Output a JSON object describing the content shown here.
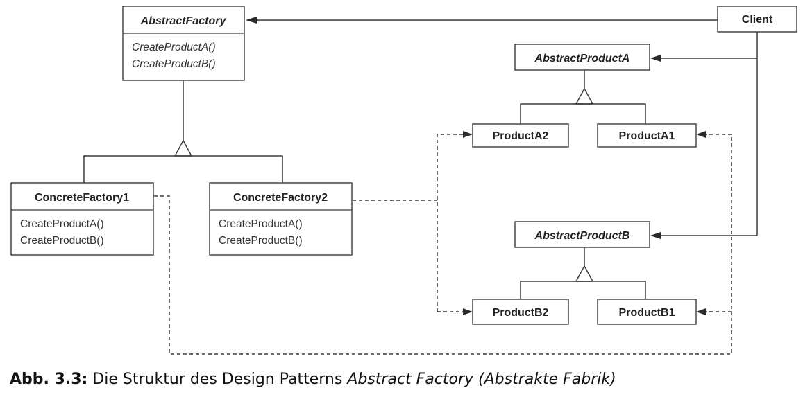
{
  "diagram": {
    "classes": {
      "abstract_factory": {
        "name": "AbstractFactory",
        "ops": [
          "CreateProductA()",
          "CreateProductB()"
        ]
      },
      "concrete_factory1": {
        "name": "ConcreteFactory1",
        "ops": [
          "CreateProductA()",
          "CreateProductB()"
        ]
      },
      "concrete_factory2": {
        "name": "ConcreteFactory2",
        "ops": [
          "CreateProductA()",
          "CreateProductB()"
        ]
      },
      "client": {
        "name": "Client"
      },
      "abstract_product_a": {
        "name": "AbstractProductA"
      },
      "product_a2": {
        "name": "ProductA2"
      },
      "product_a1": {
        "name": "ProductA1"
      },
      "abstract_product_b": {
        "name": "AbstractProductB"
      },
      "product_b2": {
        "name": "ProductB2"
      },
      "product_b1": {
        "name": "ProductB1"
      }
    }
  },
  "caption": {
    "label": "Abb. 3.3:",
    "text": " Die Struktur des Design Patterns ",
    "italic": "Abstract Factory (Abstrakte Fabrik)"
  }
}
